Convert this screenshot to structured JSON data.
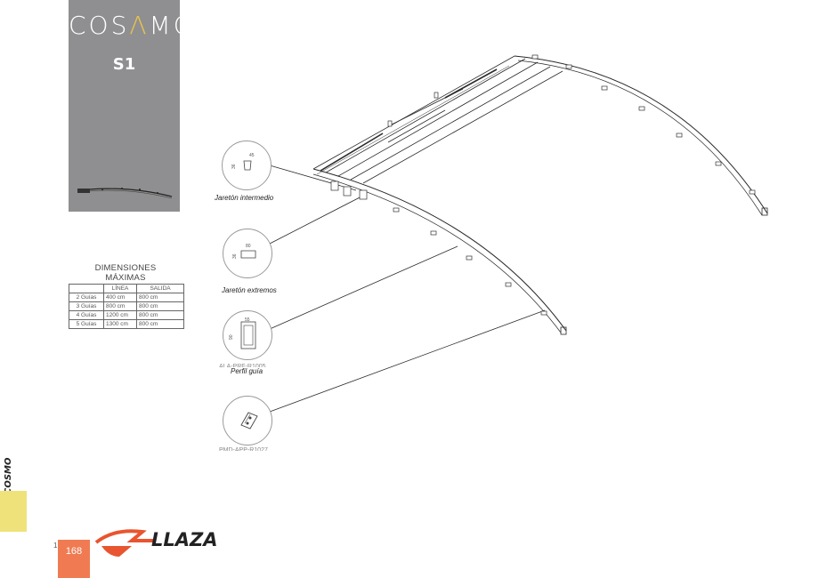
{
  "header": {
    "brand_prefix": "COS",
    "brand_accent": "Λ",
    "brand_suffix": "MO",
    "model": "S1"
  },
  "dimensions": {
    "title": "DIMENSIONES MÁXIMAS",
    "headers": [
      "",
      "LÍNEA",
      "SALIDA"
    ],
    "rows": [
      [
        "2 Guías",
        "400 cm",
        "800 cm"
      ],
      [
        "3 Guías",
        "800 cm",
        "800 cm"
      ],
      [
        "4 Guías",
        "1200 cm",
        "800 cm"
      ],
      [
        "5 Guías",
        "1300 cm",
        "800 cm"
      ]
    ]
  },
  "callouts": {
    "intermedio": {
      "label": "Jaretón intermedio",
      "dim_a": "36",
      "dim_b": "45"
    },
    "extremos": {
      "label": "Jaretón extremos",
      "dim_a": "36",
      "dim_b": "80"
    },
    "perfil": {
      "label": "Perfil guía",
      "ghost": "ALA-PRF-R1005",
      "dim_a": "90",
      "dim_b": "55"
    },
    "bracket": {
      "ghost": "PMD-APP-R1027"
    }
  },
  "side": {
    "word": "COSMO"
  },
  "footer": {
    "prefix": "1",
    "page": "168",
    "logo": "LLAZA"
  },
  "colors": {
    "panel": "#8f8f91",
    "accent_yellow": "#f0e27a",
    "page_orange": "#f07b52",
    "logo_red": "#e85530"
  }
}
